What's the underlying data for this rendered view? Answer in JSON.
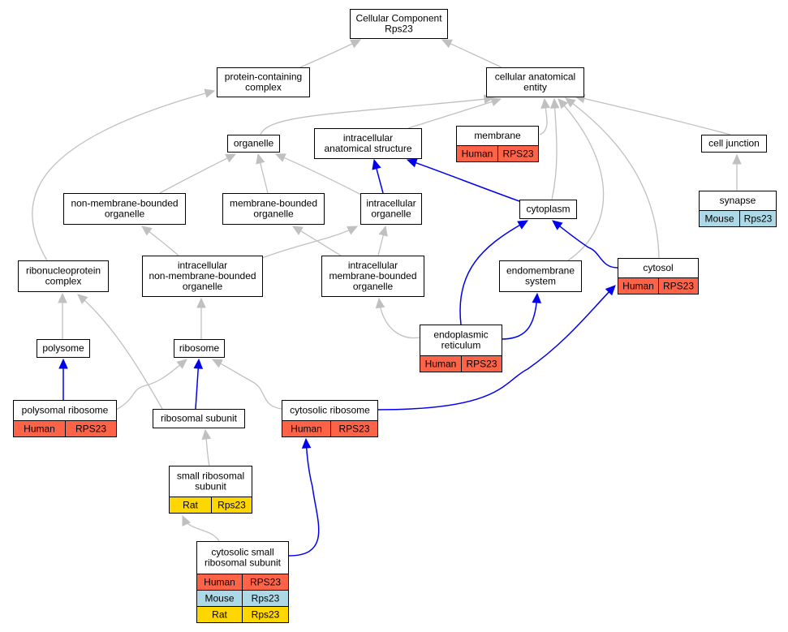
{
  "colors": {
    "human": "#ff6347",
    "mouse": "#add8e6",
    "rat": "#ffd700",
    "gray_edge": "#c0c0c0",
    "blue_edge": "#0000ee"
  },
  "nodes": {
    "root": {
      "lines": [
        "Cellular Component",
        "Rps23"
      ]
    },
    "protein_containing_complex": {
      "lines": [
        "protein-containing",
        "complex"
      ]
    },
    "cellular_anatomical_entity": {
      "lines": [
        "cellular anatomical",
        "entity"
      ]
    },
    "organelle": {
      "lines": [
        "organelle"
      ]
    },
    "intracellular_anatomical_structure": {
      "lines": [
        "intracellular",
        "anatomical structure"
      ]
    },
    "membrane": {
      "lines": [
        "membrane"
      ],
      "annotations": [
        {
          "species": "Human",
          "gene": "RPS23"
        }
      ]
    },
    "cell_junction": {
      "lines": [
        "cell junction"
      ]
    },
    "non_membrane_bounded_organelle": {
      "lines": [
        "non-membrane-bounded",
        "organelle"
      ]
    },
    "membrane_bounded_organelle": {
      "lines": [
        "membrane-bounded",
        "organelle"
      ]
    },
    "intracellular_organelle": {
      "lines": [
        "intracellular",
        "organelle"
      ]
    },
    "cytoplasm": {
      "lines": [
        "cytoplasm"
      ]
    },
    "synapse": {
      "lines": [
        "synapse"
      ],
      "annotations": [
        {
          "species": "Mouse",
          "gene": "Rps23"
        }
      ]
    },
    "ribonucleoprotein_complex": {
      "lines": [
        "ribonucleoprotein",
        "complex"
      ]
    },
    "intracellular_non_membrane_bounded_organelle": {
      "lines": [
        "intracellular",
        "non-membrane-bounded",
        "organelle"
      ]
    },
    "intracellular_membrane_bounded_organelle": {
      "lines": [
        "intracellular",
        "membrane-bounded",
        "organelle"
      ]
    },
    "endomembrane_system": {
      "lines": [
        "endomembrane",
        "system"
      ]
    },
    "cytosol": {
      "lines": [
        "cytosol"
      ],
      "annotations": [
        {
          "species": "Human",
          "gene": "RPS23"
        }
      ]
    },
    "endoplasmic_reticulum": {
      "lines": [
        "endoplasmic",
        "reticulum"
      ],
      "annotations": [
        {
          "species": "Human",
          "gene": "RPS23"
        }
      ]
    },
    "polysome": {
      "lines": [
        "polysome"
      ]
    },
    "ribosome": {
      "lines": [
        "ribosome"
      ]
    },
    "polysomal_ribosome": {
      "lines": [
        "polysomal ribosome"
      ],
      "annotations": [
        {
          "species": "Human",
          "gene": "RPS23"
        }
      ]
    },
    "ribosomal_subunit": {
      "lines": [
        "ribosomal subunit"
      ]
    },
    "cytosolic_ribosome": {
      "lines": [
        "cytosolic ribosome"
      ],
      "annotations": [
        {
          "species": "Human",
          "gene": "RPS23"
        }
      ]
    },
    "small_ribosomal_subunit": {
      "lines": [
        "small ribosomal",
        "subunit"
      ],
      "annotations": [
        {
          "species": "Rat",
          "gene": "Rps23"
        }
      ]
    },
    "cytosolic_small_ribosomal_subunit": {
      "lines": [
        "cytosolic small",
        "ribosomal subunit"
      ],
      "annotations": [
        {
          "species": "Human",
          "gene": "RPS23"
        },
        {
          "species": "Mouse",
          "gene": "Rps23"
        },
        {
          "species": "Rat",
          "gene": "Rps23"
        }
      ]
    }
  },
  "edges": [
    {
      "from": "protein_containing_complex",
      "to": "root",
      "type": "is_a"
    },
    {
      "from": "cellular_anatomical_entity",
      "to": "root",
      "type": "is_a"
    },
    {
      "from": "organelle",
      "to": "cellular_anatomical_entity",
      "type": "is_a"
    },
    {
      "from": "intracellular_anatomical_structure",
      "to": "cellular_anatomical_entity",
      "type": "is_a"
    },
    {
      "from": "membrane",
      "to": "cellular_anatomical_entity",
      "type": "is_a"
    },
    {
      "from": "cell_junction",
      "to": "cellular_anatomical_entity",
      "type": "is_a"
    },
    {
      "from": "cytoplasm",
      "to": "cellular_anatomical_entity",
      "type": "is_a"
    },
    {
      "from": "endomembrane_system",
      "to": "cellular_anatomical_entity",
      "type": "is_a"
    },
    {
      "from": "cytosol",
      "to": "cellular_anatomical_entity",
      "type": "is_a"
    },
    {
      "from": "synapse",
      "to": "cell_junction",
      "type": "is_a"
    },
    {
      "from": "non_membrane_bounded_organelle",
      "to": "organelle",
      "type": "is_a"
    },
    {
      "from": "membrane_bounded_organelle",
      "to": "organelle",
      "type": "is_a"
    },
    {
      "from": "intracellular_organelle",
      "to": "organelle",
      "type": "is_a"
    },
    {
      "from": "intracellular_organelle",
      "to": "intracellular_anatomical_structure",
      "type": "part_of"
    },
    {
      "from": "cytoplasm",
      "to": "intracellular_anatomical_structure",
      "type": "part_of"
    },
    {
      "from": "ribonucleoprotein_complex",
      "to": "protein_containing_complex",
      "type": "is_a"
    },
    {
      "from": "intracellular_non_membrane_bounded_organelle",
      "to": "non_membrane_bounded_organelle",
      "type": "is_a"
    },
    {
      "from": "intracellular_non_membrane_bounded_organelle",
      "to": "intracellular_organelle",
      "type": "is_a"
    },
    {
      "from": "intracellular_membrane_bounded_organelle",
      "to": "membrane_bounded_organelle",
      "type": "is_a"
    },
    {
      "from": "intracellular_membrane_bounded_organelle",
      "to": "intracellular_organelle",
      "type": "is_a"
    },
    {
      "from": "cytosol",
      "to": "cytoplasm",
      "type": "part_of"
    },
    {
      "from": "endoplasmic_reticulum",
      "to": "cytoplasm",
      "type": "part_of"
    },
    {
      "from": "endoplasmic_reticulum",
      "to": "endomembrane_system",
      "type": "part_of"
    },
    {
      "from": "endoplasmic_reticulum",
      "to": "intracellular_membrane_bounded_organelle",
      "type": "is_a"
    },
    {
      "from": "polysome",
      "to": "ribonucleoprotein_complex",
      "type": "is_a"
    },
    {
      "from": "ribosome",
      "to": "intracellular_non_membrane_bounded_organelle",
      "type": "is_a"
    },
    {
      "from": "polysomal_ribosome",
      "to": "polysome",
      "type": "part_of"
    },
    {
      "from": "polysomal_ribosome",
      "to": "ribosome",
      "type": "is_a"
    },
    {
      "from": "ribosomal_subunit",
      "to": "ribosome",
      "type": "part_of"
    },
    {
      "from": "ribosomal_subunit",
      "to": "ribonucleoprotein_complex",
      "type": "is_a"
    },
    {
      "from": "cytosolic_ribosome",
      "to": "ribosome",
      "type": "is_a"
    },
    {
      "from": "cytosolic_ribosome",
      "to": "cytosol",
      "type": "part_of"
    },
    {
      "from": "small_ribosomal_subunit",
      "to": "ribosomal_subunit",
      "type": "is_a"
    },
    {
      "from": "cytosolic_small_ribosomal_subunit",
      "to": "small_ribosomal_subunit",
      "type": "is_a"
    },
    {
      "from": "cytosolic_small_ribosomal_subunit",
      "to": "cytosolic_ribosome",
      "type": "part_of"
    }
  ]
}
